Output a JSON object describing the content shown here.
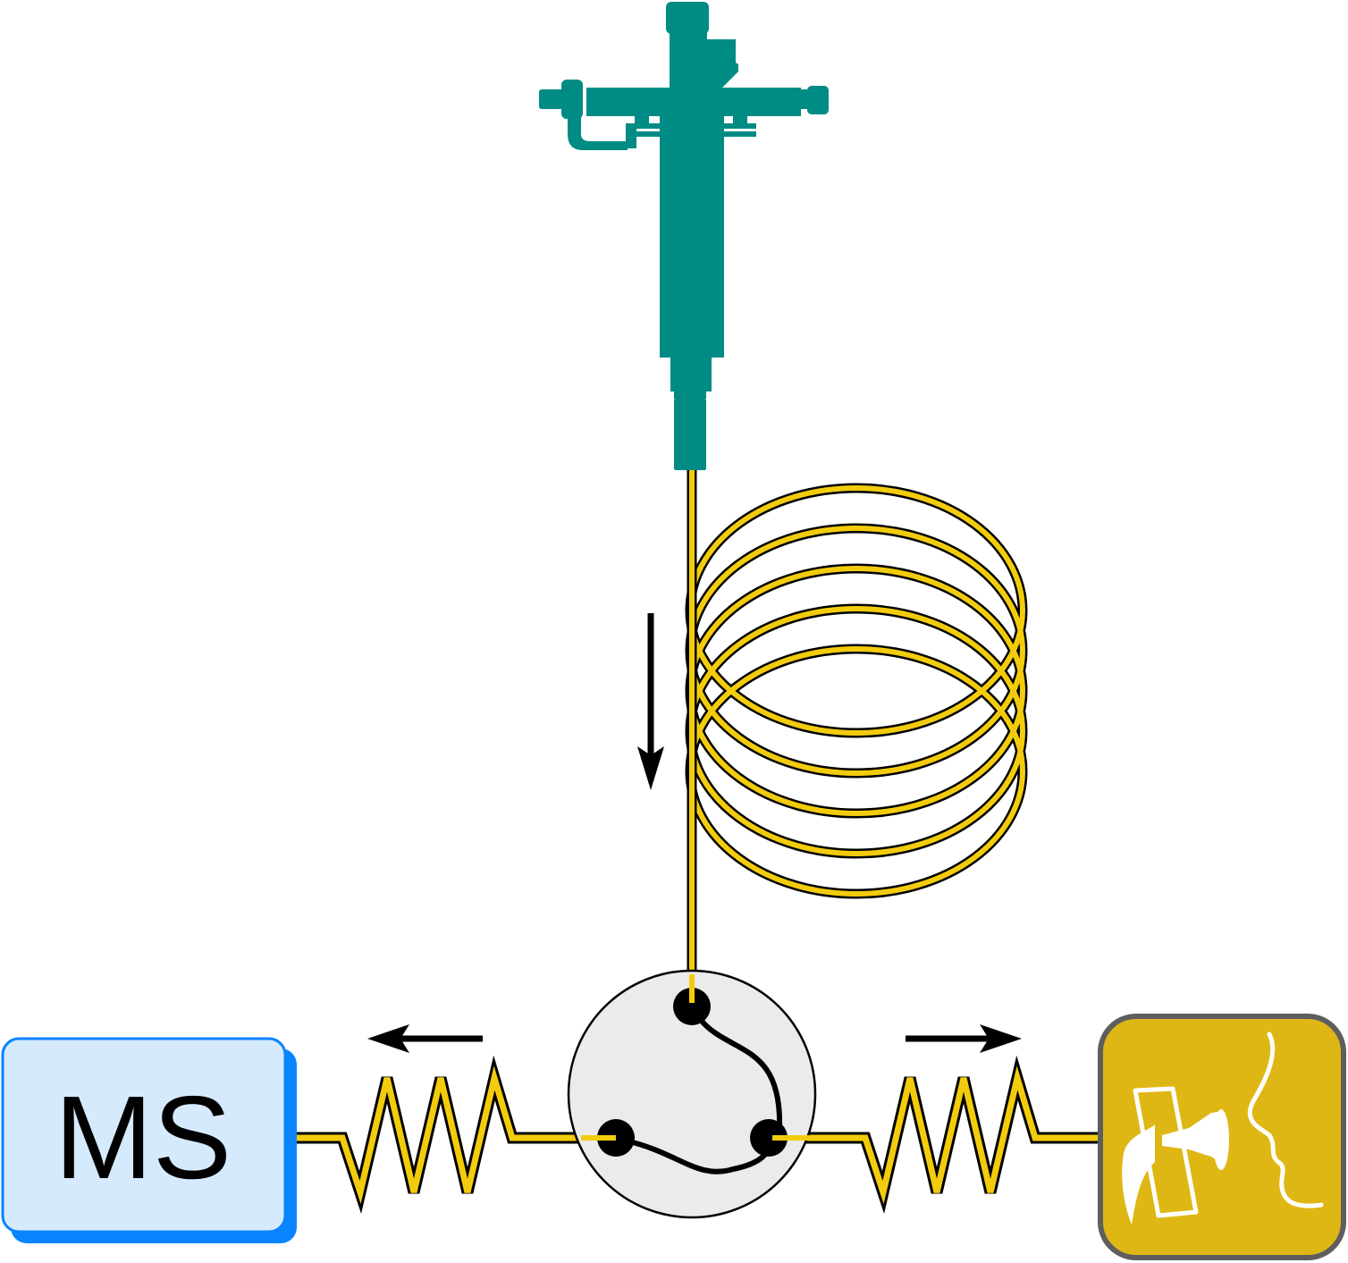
{
  "diagram": {
    "type": "gas-chromatography-olfactometry flow schematic",
    "colors": {
      "injector": "#008C84",
      "capillary_fill": "#F2CC0C",
      "capillary_outline": "#000000",
      "valve_fill": "#EBEBEB",
      "valve_outline": "#000000",
      "ms_fill": "#D6EAFD",
      "ms_border": "#0A84FF",
      "ms_shadow": "#0A84FF",
      "sniff_fill": "#DFB714",
      "sniff_border": "#5E5E5E",
      "arrow": "#000000"
    },
    "components": {
      "injector": {
        "label": "injector",
        "icon": "gc-injector-icon"
      },
      "column": {
        "label": "capillary column coil",
        "turns": 5
      },
      "splitter": {
        "label": "splitter",
        "ports": 3
      },
      "restrictor_left": {
        "label": "restrictor to MS",
        "peaks": 3
      },
      "restrictor_right": {
        "label": "restrictor to sniff port",
        "peaks": 3
      },
      "ms_detector": {
        "label": "MS"
      },
      "sniff_port": {
        "label": "olfactometry sniff port",
        "icon": "sniff-port-icon"
      }
    },
    "arrows": [
      {
        "name": "flow-down-arrow",
        "direction": "down"
      },
      {
        "name": "flow-left-arrow",
        "direction": "left"
      },
      {
        "name": "flow-right-arrow",
        "direction": "right"
      }
    ]
  }
}
